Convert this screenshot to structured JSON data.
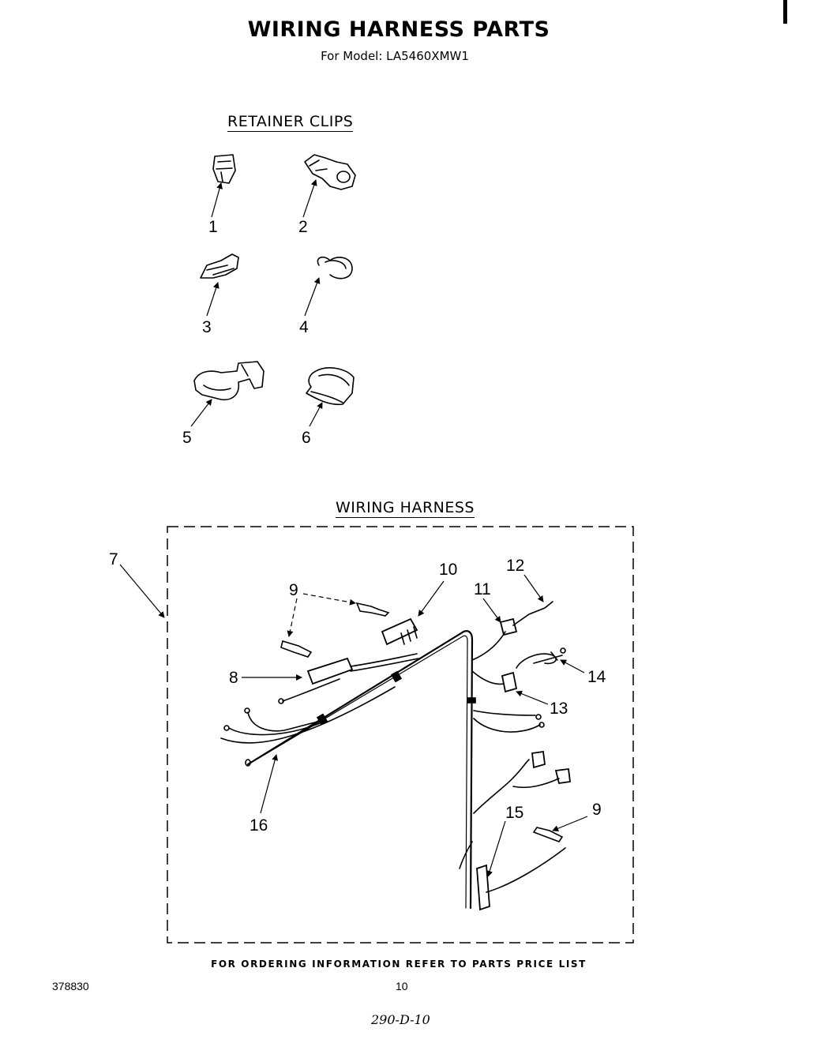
{
  "title": "WIRING HARNESS PARTS",
  "subtitle": "For Model: LA5460XMW1",
  "sections": {
    "retainer_clips": "RETAINER CLIPS",
    "wiring_harness": "WIRING HARNESS"
  },
  "callouts": {
    "c1": "1",
    "c2": "2",
    "c3": "3",
    "c4": "4",
    "c5": "5",
    "c6": "6",
    "c7": "7",
    "c8": "8",
    "c9a": "9",
    "c9b": "9",
    "c10": "10",
    "c11": "11",
    "c12": "12",
    "c13": "13",
    "c14": "14",
    "c15": "15",
    "c16": "16"
  },
  "footer": {
    "note": "FOR ORDERING INFORMATION REFER TO PARTS PRICE LIST",
    "doc_number": "378830",
    "page_number": "10",
    "handwritten": "290-D-10"
  }
}
